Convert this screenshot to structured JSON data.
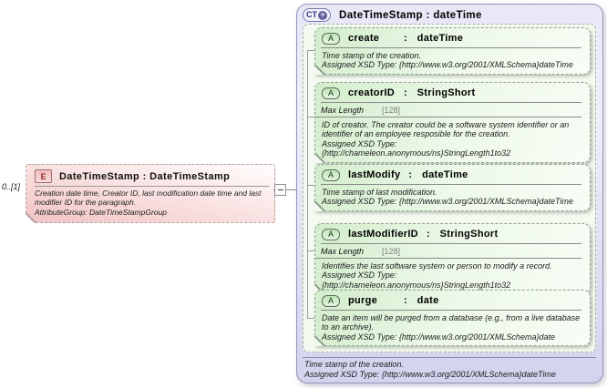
{
  "colon": ":",
  "cardinality": "0..[1]",
  "element_box": {
    "icon": "E",
    "name": "DateTimeStamp",
    "type": "DateTimeStamp",
    "description": "Creation date time, Creator ID, last modification date time and last modifier ID for the paragraph.",
    "attribute_group": "AttributeGroup: DateTimeStampGroup"
  },
  "complex_type": {
    "icon": "CT",
    "icon_plus": "+",
    "name": "DateTimeStamp",
    "type": "dateTime",
    "attributes": [
      {
        "icon": "A",
        "name": "create",
        "type": "dateTime",
        "description": "Time stamp of the creation.",
        "xsd_type": "Assigned XSD Type: {http://www.w3.org/2001/XMLSchema}dateTime"
      },
      {
        "icon": "A",
        "name": "creatorID",
        "type": "StringShort",
        "facet_name": "Max Length",
        "facet_value": "[128]",
        "description": "ID of creator. The creator could be a software system identifier or an identifier of an employee resposible for the creation.",
        "xsd_type": "Assigned XSD Type: {http://chameleon.anonymous/ns}StringLength1to32"
      },
      {
        "icon": "A",
        "name": "lastModify",
        "type": "dateTime",
        "description": "Time stamp of last modification.",
        "xsd_type": "Assigned XSD Type: {http://www.w3.org/2001/XMLSchema}dateTime"
      },
      {
        "icon": "A",
        "name": "lastModifierID",
        "type": "StringShort",
        "facet_name": "Max Length",
        "facet_value": "[128]",
        "description": "Identifies the last software system or person to modify a record.",
        "xsd_type": "Assigned XSD Type: {http://chameleon.anonymous/ns}StringLength1to32"
      },
      {
        "icon": "A",
        "name": "purge",
        "type": "date",
        "description": "Date an item will be purged from a database (e.g., from a live database to an archive).",
        "xsd_type": "Assigned XSD Type: {http://www.w3.org/2001/XMLSchema}date"
      }
    ],
    "footer_description": "Time stamp of the creation.",
    "footer_xsd_type": "Assigned XSD Type: {http://www.w3.org/2001/XMLSchema}dateTime"
  },
  "colors": {
    "complex_type_fill": "#d3d3ee",
    "attribute_fill": "#d9efd1",
    "element_fill": "#f1c3c3"
  }
}
